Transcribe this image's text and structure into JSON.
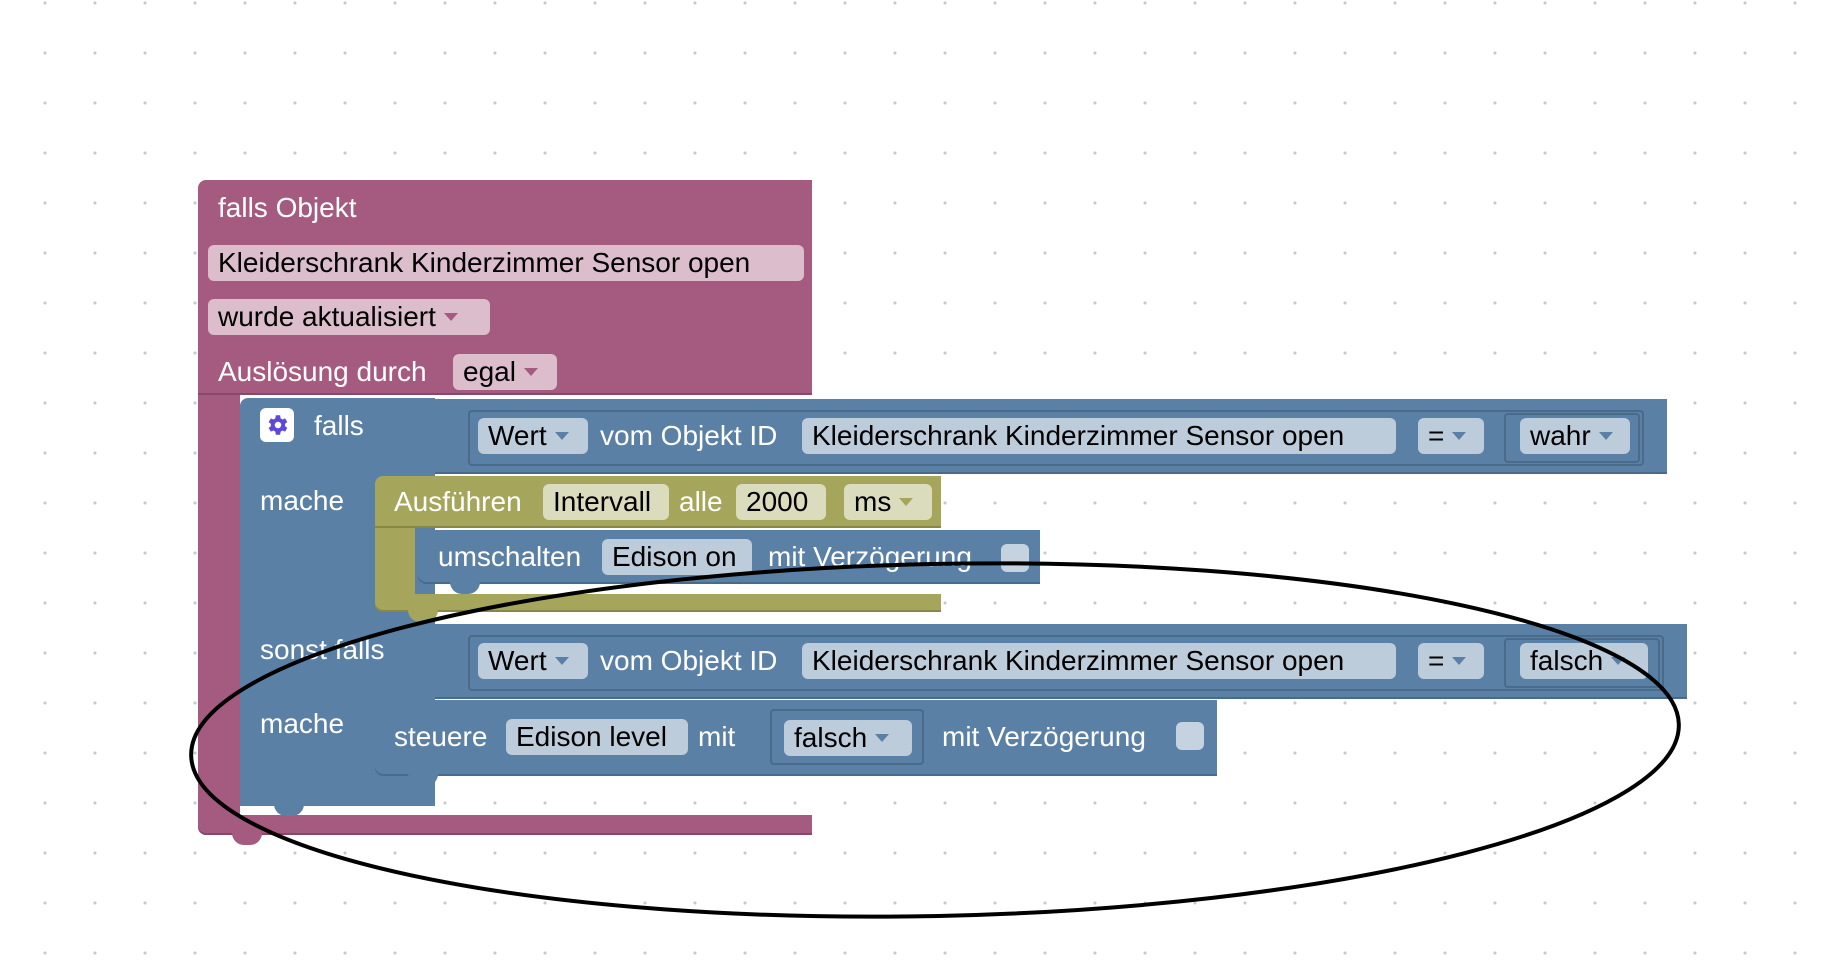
{
  "trigger": {
    "title": "falls Objekt",
    "object": "Kleiderschrank Kinderzimmer Sensor open",
    "event": "wurde aktualisiert",
    "by_label": "Auslösung durch",
    "by_value": "egal"
  },
  "if_block": {
    "if_label": "falls",
    "do_label": "mache",
    "else_if_label": "sonst falls",
    "do_label2": "mache"
  },
  "cond1": {
    "attr": "Wert",
    "from_label": "vom Objekt ID",
    "object": "Kleiderschrank Kinderzimmer Sensor open",
    "op": "=",
    "value": "wahr"
  },
  "interval": {
    "run_label": "Ausführen",
    "mode": "Intervall",
    "every_label": "alle",
    "ms_value": "2000",
    "unit": "ms"
  },
  "toggle": {
    "label": "umschalten",
    "device": "Edison on",
    "delay_label": "mit Verzögerung"
  },
  "cond2": {
    "attr": "Wert",
    "from_label": "vom Objekt ID",
    "object": "Kleiderschrank Kinderzimmer Sensor open",
    "op": "=",
    "value": "falsch"
  },
  "control": {
    "label": "steuere",
    "device": "Edison level",
    "with_label": "mit",
    "value": "falsch",
    "delay_label": "mit Verzögerung"
  },
  "colors": {
    "trigger": "#a55b80",
    "logic": "#5b80a5",
    "timer": "#a5a55b",
    "annotation": "#000000"
  }
}
